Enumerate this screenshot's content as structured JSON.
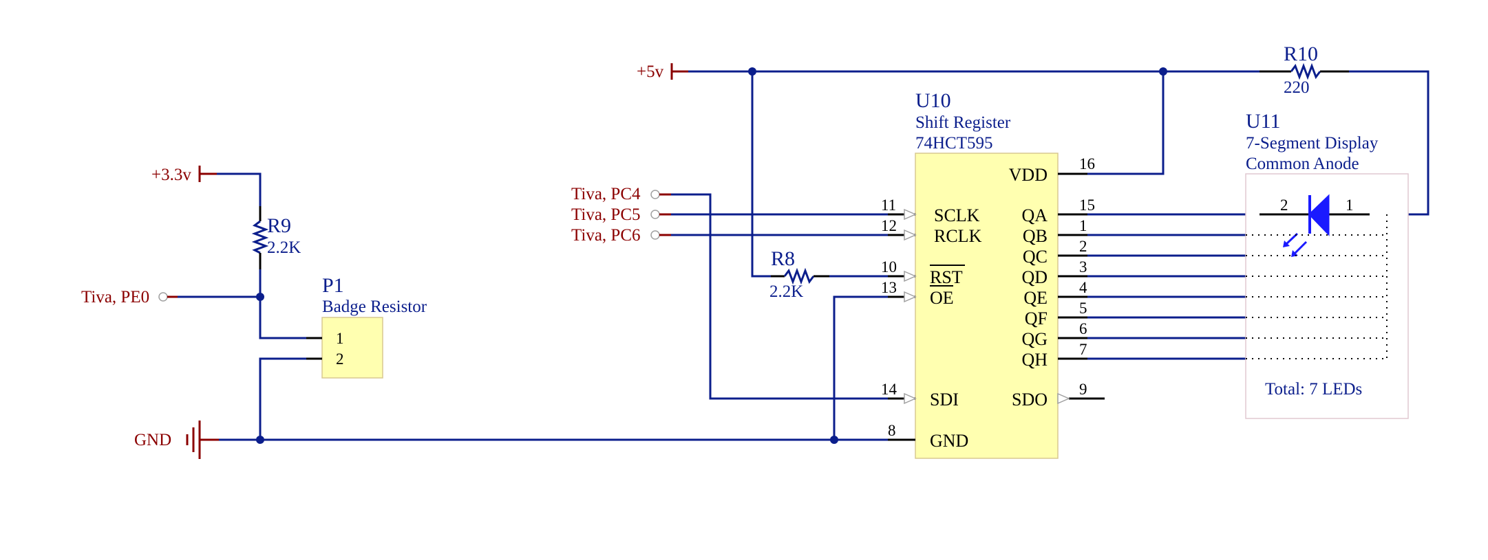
{
  "schematic": {
    "power": {
      "v33": "+3.3v",
      "v5": "+5v",
      "gnd": "GND"
    },
    "ports": {
      "pe0": "Tiva, PE0",
      "pc4": "Tiva, PC4",
      "pc5": "Tiva, PC5",
      "pc6": "Tiva, PC6"
    },
    "r9": {
      "ref": "R9",
      "value": "2.2K"
    },
    "r8": {
      "ref": "R8",
      "value": "2.2K"
    },
    "r10": {
      "ref": "R10",
      "value": "220"
    },
    "p1": {
      "ref": "P1",
      "name": "Badge Resistor",
      "pins": [
        "1",
        "2"
      ]
    },
    "u10": {
      "ref": "U10",
      "name": "Shift Register",
      "part": "74HCT595",
      "left_pins": [
        {
          "num": "11",
          "name": "SCLK"
        },
        {
          "num": "12",
          "name": "RCLK"
        },
        {
          "num": "10",
          "name": "RST"
        },
        {
          "num": "13",
          "name": "OE"
        },
        {
          "num": "14",
          "name": "SDI"
        },
        {
          "num": "8",
          "name": "GND"
        }
      ],
      "right_pins": [
        {
          "num": "16",
          "name": "VDD"
        },
        {
          "num": "15",
          "name": "QA"
        },
        {
          "num": "1",
          "name": "QB"
        },
        {
          "num": "2",
          "name": "QC"
        },
        {
          "num": "3",
          "name": "QD"
        },
        {
          "num": "4",
          "name": "QE"
        },
        {
          "num": "5",
          "name": "QF"
        },
        {
          "num": "6",
          "name": "QG"
        },
        {
          "num": "7",
          "name": "QH"
        },
        {
          "num": "9",
          "name": "SDO"
        }
      ]
    },
    "u11": {
      "ref": "U11",
      "name": "7-Segment Display",
      "type": "Common Anode",
      "led_pin_cathode": "2",
      "led_pin_anode": "1",
      "total": "Total: 7 LEDs"
    },
    "colors": {
      "wire": "#0b1e8c",
      "net_label": "#8b0000",
      "chip_fill": "#ffffb0",
      "led": "#1a1aff"
    }
  }
}
